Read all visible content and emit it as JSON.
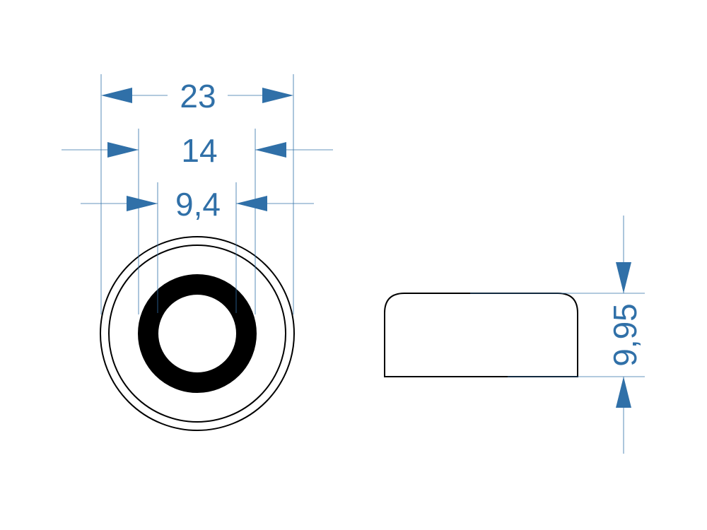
{
  "drawing": {
    "dimensions": {
      "outer_diameter": "23",
      "middle_diameter": "14",
      "inner_diameter": "9,4",
      "height": "9,95"
    },
    "colors": {
      "dimension": "#3070a8",
      "part": "#000000"
    }
  }
}
